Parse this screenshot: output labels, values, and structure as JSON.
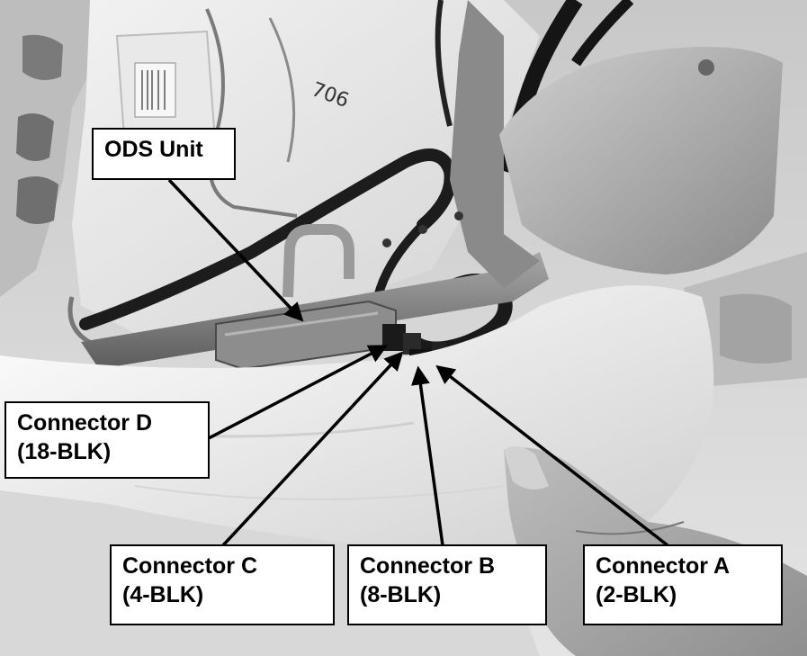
{
  "labels": {
    "ods_unit": "ODS Unit",
    "connector_d": {
      "name": "Connector D",
      "spec": "(18-BLK)"
    },
    "connector_c": {
      "name": "Connector C",
      "spec": "(4-BLK)"
    },
    "connector_b": {
      "name": "Connector B",
      "spec": "(8-BLK)"
    },
    "connector_a": {
      "name": "Connector A",
      "spec": "(2-BLK)"
    }
  },
  "photo_annotations": {
    "handwritten_mark": "706"
  },
  "colors": {
    "callout_background": "#ffffff",
    "callout_border": "#000000",
    "arrow": "#000000"
  }
}
